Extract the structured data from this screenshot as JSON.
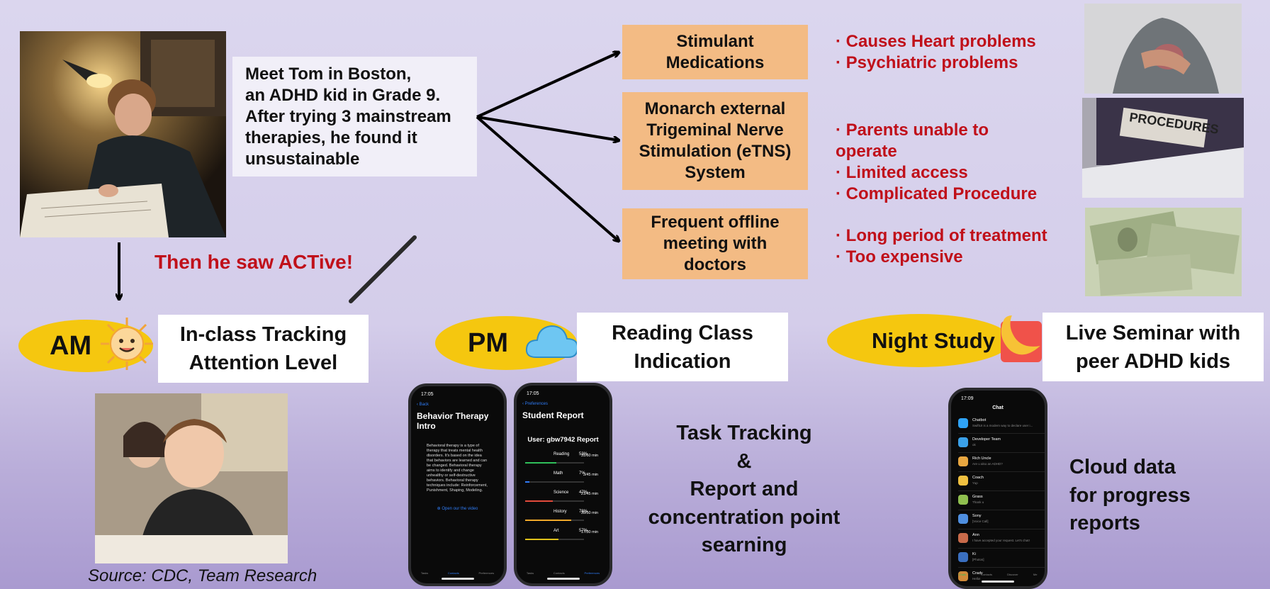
{
  "story": {
    "lines": [
      "Meet Tom in Boston,",
      "an ADHD kid in Grade 9.",
      "After trying 3 mainstream",
      "therapies, he found it",
      "unsustainable"
    ]
  },
  "therapies": [
    {
      "label_lines": [
        "Stimulant",
        "Medications"
      ],
      "issues": [
        "· Causes Heart problems",
        "· Psychiatric problems"
      ]
    },
    {
      "label_lines": [
        "Monarch external",
        "Trigeminal Nerve",
        "Stimulation (eTNS)",
        "System"
      ],
      "issues": [
        "· Parents unable to",
        "operate",
        "· Limited access",
        "· Complicated Procedure"
      ]
    },
    {
      "label_lines": [
        "Frequent offline",
        "meeting with",
        "doctors"
      ],
      "issues": [
        "· Long period of treatment",
        "· Too expensive"
      ]
    }
  ],
  "procedures_label": "PROCEDURES",
  "then_text": "Then he saw ACTive!",
  "schedule": {
    "am": {
      "pill": "AM",
      "box_lines": [
        "In-class Tracking",
        "Attention Level"
      ]
    },
    "pm": {
      "pill": "PM",
      "box_lines": [
        "Reading Class",
        "Indication"
      ]
    },
    "night": {
      "pill": "Night Study",
      "box_lines": [
        "Live Seminar with",
        "peer ADHD kids"
      ]
    }
  },
  "mid_text_lines": [
    "Task Tracking",
    "&",
    "Report and",
    "concentration point",
    "searning"
  ],
  "cloud_text_lines": [
    "Cloud data",
    "for progress",
    "reports"
  ],
  "source": "Source: CDC, Team Research",
  "phone1": {
    "time": "17:05",
    "back": "‹ Back",
    "title": "Behavior Therapy Intro",
    "body": "Behavioral therapy is a type of therapy that treats mental health disorders. It's based on the idea that behaviors are learned and can be changed. Behavioral therapy aims to identify and change unhealthy or self-destructive behaviors. Behavioral therapy techniques include: Reinforcement, Punishment, Shaping, Modeling.",
    "link": "⊕ Open our the video",
    "tabs": [
      "Tasks",
      "Contacts",
      "Preferences"
    ]
  },
  "phone2": {
    "time": "17:05",
    "back": "‹ Preferences",
    "title": "Student Report",
    "user": "User: gbw7942 Report",
    "rows": [
      {
        "label": "Reading",
        "pct": "53%",
        "mins": "31/60 min",
        "fill": 0.53,
        "color": "#2fbf5a"
      },
      {
        "label": "Math",
        "pct": "7%",
        "mins": "3/45 min",
        "fill": 0.07,
        "color": "#2f7cf6"
      },
      {
        "label": "Science",
        "pct": "47%",
        "mins": "21/45 min",
        "fill": 0.47,
        "color": "#e34b3b"
      },
      {
        "label": "History",
        "pct": "78%",
        "mins": "39/50 min",
        "fill": 0.78,
        "color": "#f0a92a"
      },
      {
        "label": "Art",
        "pct": "57%",
        "mins": "17/30 min",
        "fill": 0.57,
        "color": "#e0c21a"
      }
    ],
    "tabs": [
      "Tasks",
      "Contacts",
      "Preferences"
    ]
  },
  "phone3": {
    "time": "17:09",
    "title": "Chat",
    "chats": [
      {
        "name": "Chatbot",
        "preview": "SwiftUI is a modern way to declare user i...",
        "color": "#2fa3f6"
      },
      {
        "name": "Developer Team",
        "preview": "ok",
        "color": "#3aa0e8"
      },
      {
        "name": "Rich Uncle",
        "preview": "Are u also an ADHD?",
        "color": "#e8a640"
      },
      {
        "name": "Coach",
        "preview": "Yup",
        "color": "#f0c040"
      },
      {
        "name": "Grass",
        "preview": "Thank u",
        "color": "#8fbf4f"
      },
      {
        "name": "Sony",
        "preview": "[Voice Call]",
        "color": "#4f8fe0"
      },
      {
        "name": "Ann",
        "preview": "I have accepted your request. Let's chat!",
        "color": "#c86a4a"
      },
      {
        "name": "Ki",
        "preview": "[Photos]",
        "color": "#3a6fc0"
      },
      {
        "name": "Crady",
        "preview": "Hello!",
        "color": "#d08a3a"
      }
    ],
    "tabs": [
      "Chats",
      "Contacts",
      "Discover",
      "Me"
    ]
  },
  "colors": {
    "accent_red": "#c0101a",
    "orange_box": "#f3bb84",
    "pill_yellow": "#f5c70f"
  }
}
